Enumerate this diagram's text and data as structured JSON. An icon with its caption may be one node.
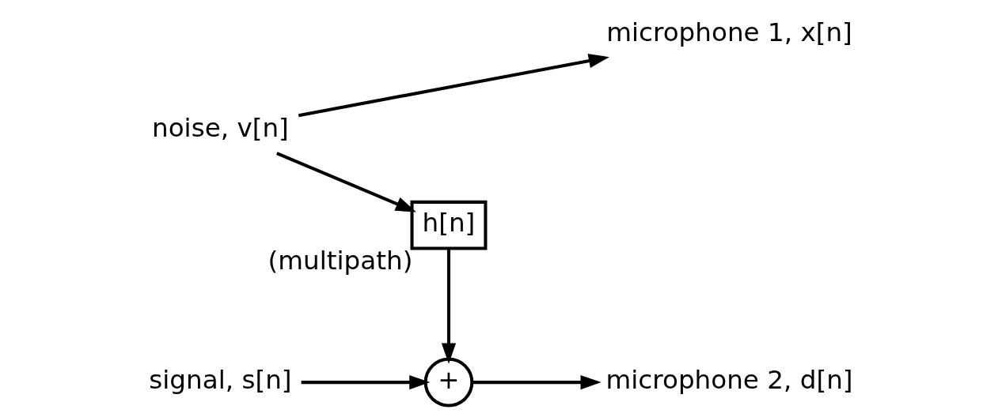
{
  "diagram": {
    "nodes": [
      {
        "text": [
          "noise, v[n]"
        ]
      },
      {
        "text": [
          "microphone 1, x[n]"
        ]
      },
      {
        "text": [
          "h[n]"
        ],
        "beside": [
          "(multipath)"
        ]
      },
      {
        "text": [
          "signal, s[n]"
        ]
      },
      {
        "text": [
          "+"
        ]
      },
      {
        "text": [
          "microphone 2, d[n]"
        ]
      }
    ],
    "edges": [
      {
        "from": 0,
        "to": 1,
        "arrow": "to"
      },
      {
        "from": 0,
        "to": 2,
        "arrow": "to"
      },
      {
        "from": 2,
        "to": 4,
        "arrow": "to"
      },
      {
        "from": 3,
        "to": 4,
        "arrow": "to"
      },
      {
        "from": 4,
        "to": 5,
        "arrow": "to"
      }
    ]
  }
}
